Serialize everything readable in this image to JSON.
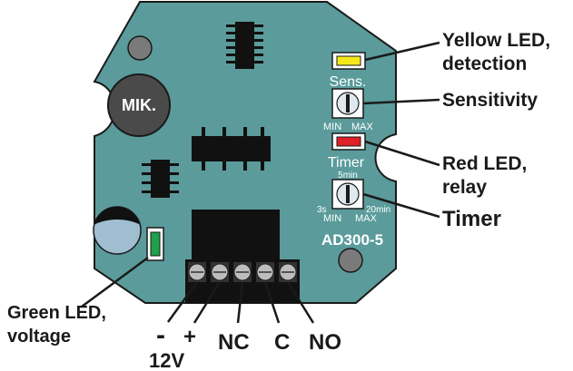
{
  "colors": {
    "board": "#5b9b9b",
    "board_edge": "#1a1a1a",
    "chip": "#111111",
    "led_yellow": "#f6e81b",
    "led_red": "#e01f26",
    "led_green": "#1ea04a",
    "cap": "#9fbfd0",
    "terminal": "#bdbdbd",
    "text": "#1a1a1a",
    "board_text": "#ffffff"
  },
  "board": {
    "mic_label": "MIK.",
    "sens_label": "Sens.",
    "timer_label": "Timer",
    "sens_min": "MIN",
    "sens_max": "MAX",
    "timer_min": "MIN",
    "timer_max": "MAX",
    "timer_5min": "5min",
    "timer_3s": "3s",
    "timer_20min": "20min",
    "model": "AD300-5"
  },
  "callouts": {
    "yellow_led_line1": "Yellow LED,",
    "yellow_led_line2": "detection",
    "sensitivity": "Sensitivity",
    "red_led_line1": "Red LED,",
    "red_led_line2": "relay",
    "timer": "Timer",
    "green_led_line1": "Green LED,",
    "green_led_line2": "voltage"
  },
  "terminals": {
    "minus": "-",
    "plus": "+",
    "nc": "NC",
    "c": "C",
    "no": "NO",
    "supply": "12V"
  }
}
